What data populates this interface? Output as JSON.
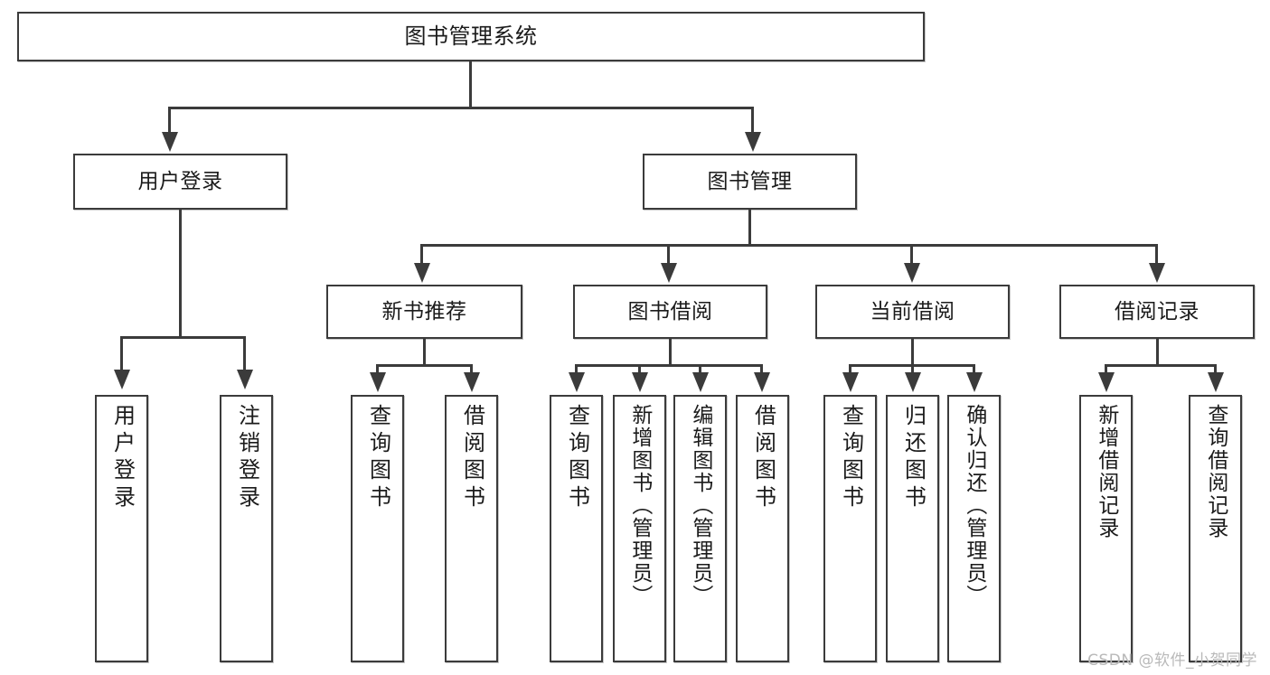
{
  "diagram": {
    "type": "tree",
    "title": "图书管理系统",
    "watermark": "CSDN @软件_小贺同学",
    "nodes": {
      "root": {
        "label": "图书管理系统"
      },
      "level2": [
        {
          "label": "用户登录"
        },
        {
          "label": "图书管理"
        }
      ],
      "level3": [
        {
          "label": "新书推荐"
        },
        {
          "label": "图书借阅"
        },
        {
          "label": "当前借阅"
        },
        {
          "label": "借阅记录"
        }
      ],
      "leaves": {
        "user_login": [
          {
            "label": "用户登录"
          },
          {
            "label": "注销登录"
          }
        ],
        "new_book": [
          {
            "label": "查询图书"
          },
          {
            "label": "借阅图书"
          }
        ],
        "book_borrow": [
          {
            "label": "查询图书"
          },
          {
            "label": "新增图书（管理员）"
          },
          {
            "label": "编辑图书（管理员）"
          },
          {
            "label": "借阅图书"
          }
        ],
        "current_borrow": [
          {
            "label": "查询图书"
          },
          {
            "label": "归还图书"
          },
          {
            "label": "确认归还（管理员）"
          }
        ],
        "borrow_record": [
          {
            "label": "新增借阅记录"
          },
          {
            "label": "查询借阅记录"
          }
        ]
      }
    },
    "colors": {
      "border": "#3b3b3b",
      "fill": "#ffffff",
      "text": "#1b1b1b",
      "watermark": "#b9b9b9"
    }
  }
}
